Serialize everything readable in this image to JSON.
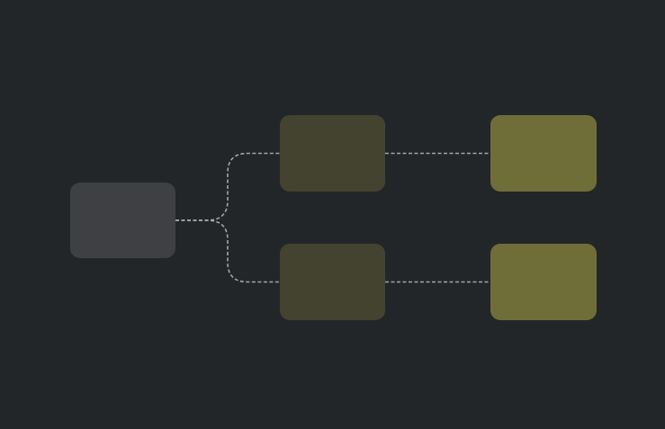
{
  "colors": {
    "background": "#232629",
    "root_node": "#3f4043",
    "mid_node": "#43432f",
    "leaf_node": "#6f6e38",
    "connector": "#b9bcbf"
  },
  "nodes": [
    {
      "id": "root",
      "kind": "root_node"
    },
    {
      "id": "mid-top",
      "kind": "mid_node"
    },
    {
      "id": "mid-bottom",
      "kind": "mid_node"
    },
    {
      "id": "leaf-top",
      "kind": "leaf_node"
    },
    {
      "id": "leaf-bottom",
      "kind": "leaf_node"
    }
  ],
  "edges": [
    {
      "from": "root",
      "to": "mid-top",
      "style": "dashed"
    },
    {
      "from": "root",
      "to": "mid-bottom",
      "style": "dashed"
    },
    {
      "from": "mid-top",
      "to": "leaf-top",
      "style": "dashed"
    },
    {
      "from": "mid-bottom",
      "to": "leaf-bottom",
      "style": "dashed"
    }
  ]
}
